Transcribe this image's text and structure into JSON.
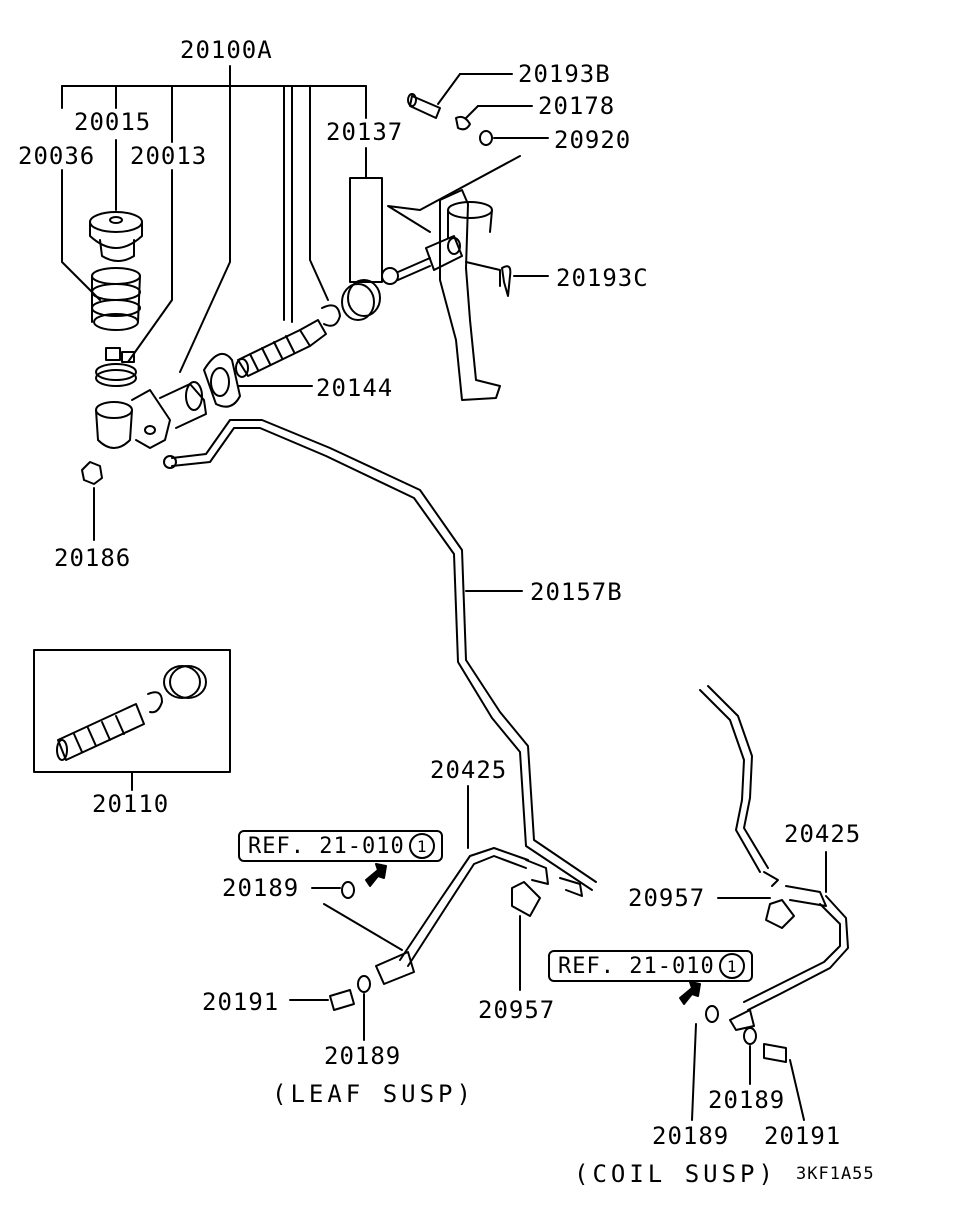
{
  "labels": {
    "p20100A": "20100A",
    "p20015": "20015",
    "p20036": "20036",
    "p20013": "20013",
    "p20137": "20137",
    "p20193B": "20193B",
    "p20178": "20178",
    "p20920": "20920",
    "p20193C": "20193C",
    "p20144": "20144",
    "p20186": "20186",
    "p20157B": "20157B",
    "p20110": "20110",
    "p20425_left": "20425",
    "p20425_right": "20425",
    "p20189_a": "20189",
    "p20189_b": "20189",
    "p20189_c": "20189",
    "p20189_d": "20189",
    "p20191_left": "20191",
    "p20191_right": "20191",
    "p20957_left": "20957",
    "p20957_right": "20957"
  },
  "references": {
    "ref_left": {
      "text": "REF. 21-010",
      "circled": "1"
    },
    "ref_right": {
      "text": "REF. 21-010",
      "circled": "1"
    }
  },
  "captions": {
    "leaf": "(LEAF SUSP)",
    "coil": "(COIL SUSP)",
    "code": "3KF1A55"
  },
  "colors": {
    "ink": "#000000",
    "paper": "#ffffff"
  }
}
